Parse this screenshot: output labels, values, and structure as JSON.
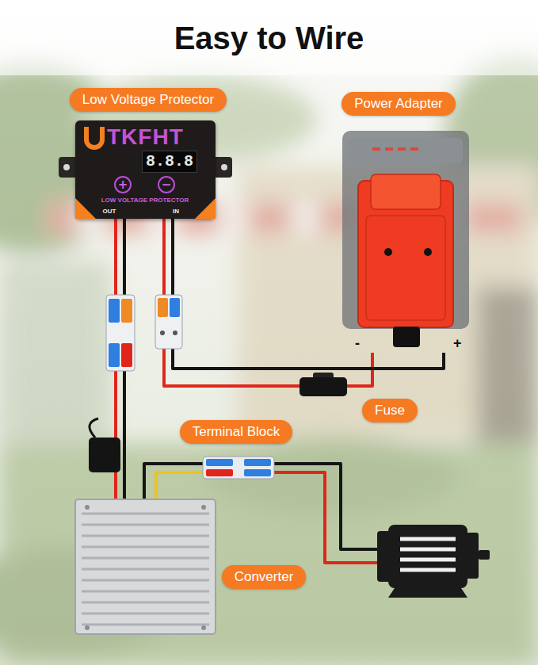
{
  "diagram": {
    "title": "Easy to Wire",
    "nodes": [
      {
        "text": [
          "Low Voltage Protector",
          "TKFHT",
          "8.8.8",
          "+",
          "−",
          "LOW VOLTAGE PROTECTOR",
          "OUT",
          "IN"
        ]
      },
      {
        "text": [
          "Power Adapter",
          "-",
          "+"
        ]
      },
      {
        "text": [
          "Fuse"
        ]
      },
      {
        "text": [
          "Terminal Block"
        ]
      },
      {
        "text": [
          "Converter"
        ]
      }
    ],
    "edges": [
      {
        "from": 0,
        "to": 2,
        "arrow": "none"
      },
      {
        "from": 2,
        "to": 1,
        "arrow": "none"
      },
      {
        "from": 0,
        "to": 1,
        "arrow": "none"
      },
      {
        "from": 0,
        "to": 4,
        "arrow": "none"
      },
      {
        "from": 0,
        "to": 4,
        "arrow": "none"
      },
      {
        "from": 4,
        "to": 3,
        "arrow": "none"
      }
    ]
  }
}
